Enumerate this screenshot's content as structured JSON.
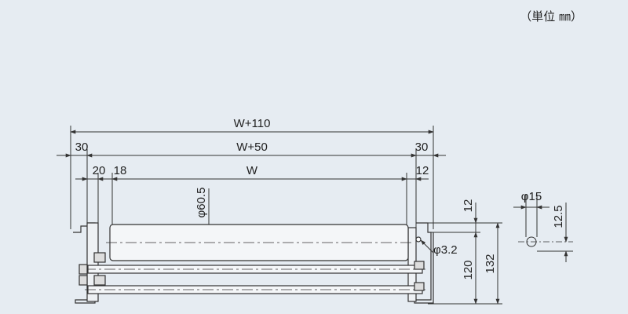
{
  "unit_note": "（単位 ㎜）",
  "dimensions": {
    "overall_width": "W+110",
    "frame_width": "W+50",
    "roller_width": "W",
    "left_frame_offset": "30",
    "right_frame_offset": "30",
    "left_bracket_offset": "20",
    "left_roller_offset": "18",
    "right_roller_offset": "12",
    "roller_diameter": "φ60.5",
    "top_offset": "12",
    "hole_diameter": "φ3.2",
    "frame_height": "120",
    "total_height": "132"
  },
  "detail": {
    "shaft_diameter": "φ15",
    "shaft_height": "12.5"
  },
  "colors": {
    "background": "#e6ecf2",
    "line": "#333333",
    "roller_fill": "#f4f6f8"
  }
}
